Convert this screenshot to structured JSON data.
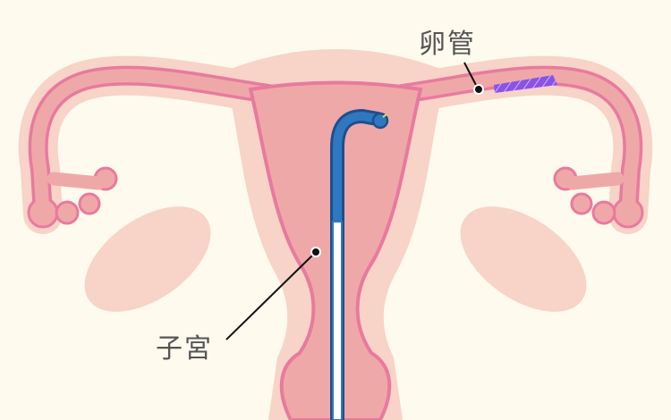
{
  "labels": {
    "fallopian_tube": "卵管",
    "uterus": "子宮"
  },
  "colors": {
    "background": "#fefaee",
    "tissue_light": "#f7d3c8",
    "tissue_mid": "#efa8a8",
    "outline": "#e87a9e",
    "catheter": "#2f78c0",
    "occlusion": "#8a52e6"
  },
  "icons": [
    "uterus-illustration",
    "catheter",
    "occlusion-marker"
  ]
}
